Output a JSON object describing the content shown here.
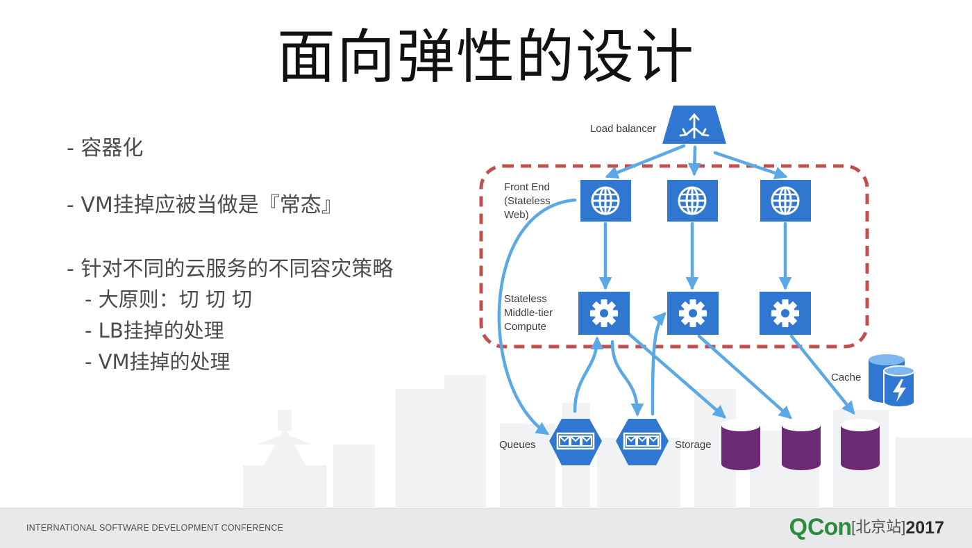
{
  "slide": {
    "title": "面向弹性的设计",
    "bullets": [
      {
        "text": "- 容器化",
        "level": 0
      },
      {
        "text": "- VM挂掉应被当做是『常态』",
        "level": 0
      },
      {
        "text": "- 针对不同的云服务的不同容灾策略",
        "level": 0
      },
      {
        "text": "- 大原则：切 切 切",
        "level": 1
      },
      {
        "text": "- LB挂掉的处理",
        "level": 1
      },
      {
        "text": "- VM挂掉的处理",
        "level": 1
      }
    ]
  },
  "diagram": {
    "labels": {
      "load_balancer": "Load  balancer",
      "front_end": [
        "Front End",
        "(Stateless",
        "Web)"
      ],
      "middle_tier": [
        "Stateless",
        "Middle-tier",
        "Compute"
      ],
      "cache": "Cache",
      "queues": "Queues",
      "storage": "Storage"
    },
    "colors": {
      "node_blue": "#2f77d1",
      "arrow_blue": "#5aa9e6",
      "storage_purple": "#6b2a73",
      "boundary_red": "#c0504d"
    },
    "icons": [
      "load-balancer-icon",
      "globe-icon",
      "gear-icon",
      "queue-icon",
      "storage-cylinder-icon",
      "cache-icon"
    ]
  },
  "footer": {
    "conference": "INTERNATIONAL SOFTWARE DEVELOPMENT CONFERENCE",
    "logo_q": "Q",
    "logo_con": "Con",
    "logo_city": "[北京站]",
    "logo_year": "2017"
  }
}
